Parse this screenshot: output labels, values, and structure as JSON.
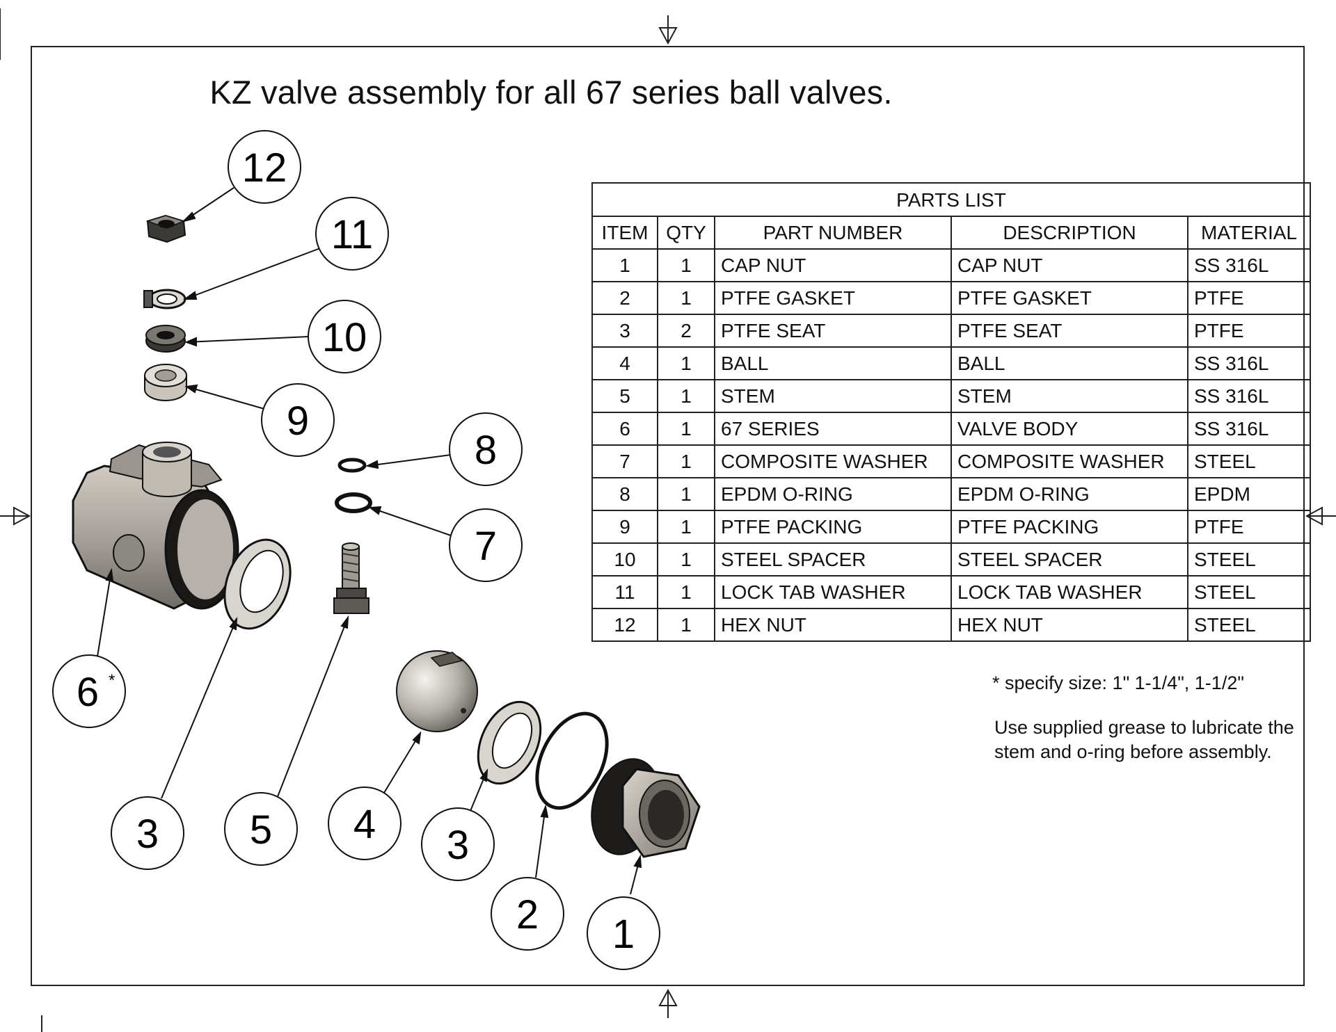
{
  "title": "KZ valve assembly for all 67 series ball valves.",
  "parts_list": {
    "caption": "PARTS LIST",
    "headers": [
      "ITEM",
      "QTY",
      "PART NUMBER",
      "DESCRIPTION",
      "MATERIAL"
    ],
    "rows": [
      {
        "item": "1",
        "qty": "1",
        "part_number": "CAP NUT",
        "description": "CAP NUT",
        "material": "SS 316L"
      },
      {
        "item": "2",
        "qty": "1",
        "part_number": "PTFE GASKET",
        "description": "PTFE GASKET",
        "material": "PTFE"
      },
      {
        "item": "3",
        "qty": "2",
        "part_number": "PTFE SEAT",
        "description": "PTFE SEAT",
        "material": "PTFE"
      },
      {
        "item": "4",
        "qty": "1",
        "part_number": "BALL",
        "description": "BALL",
        "material": "SS 316L"
      },
      {
        "item": "5",
        "qty": "1",
        "part_number": "STEM",
        "description": "STEM",
        "material": "SS 316L"
      },
      {
        "item": "6",
        "qty": "1",
        "part_number": "67 SERIES",
        "description": "VALVE BODY",
        "material": "SS 316L"
      },
      {
        "item": "7",
        "qty": "1",
        "part_number": "COMPOSITE WASHER",
        "description": "COMPOSITE WASHER",
        "material": "STEEL"
      },
      {
        "item": "8",
        "qty": "1",
        "part_number": "EPDM O-RING",
        "description": "EPDM O-RING",
        "material": "EPDM"
      },
      {
        "item": "9",
        "qty": "1",
        "part_number": "PTFE PACKING",
        "description": "PTFE PACKING",
        "material": "PTFE"
      },
      {
        "item": "10",
        "qty": "1",
        "part_number": "STEEL SPACER",
        "description": "STEEL SPACER",
        "material": "STEEL"
      },
      {
        "item": "11",
        "qty": "1",
        "part_number": "LOCK TAB WASHER",
        "description": "LOCK TAB WASHER",
        "material": "STEEL"
      },
      {
        "item": "12",
        "qty": "1",
        "part_number": "HEX NUT",
        "description": "HEX NUT",
        "material": "STEEL"
      }
    ]
  },
  "notes": {
    "size": "* specify size: 1\" 1-1/4\", 1-1/2\"",
    "grease": "Use supplied grease to lubricate the stem and o-ring before assembly."
  },
  "balloons": [
    {
      "label": "12"
    },
    {
      "label": "11"
    },
    {
      "label": "10"
    },
    {
      "label": "9"
    },
    {
      "label": "8"
    },
    {
      "label": "7"
    },
    {
      "label": "6",
      "mark": "*"
    },
    {
      "label": "3"
    },
    {
      "label": "5"
    },
    {
      "label": "4"
    },
    {
      "label": "3"
    },
    {
      "label": "2"
    },
    {
      "label": "1"
    }
  ],
  "colors": {
    "line": "#111111",
    "steel_light": "#d9d6cf",
    "steel_mid": "#a8a49c",
    "steel_dark": "#4a4844"
  }
}
